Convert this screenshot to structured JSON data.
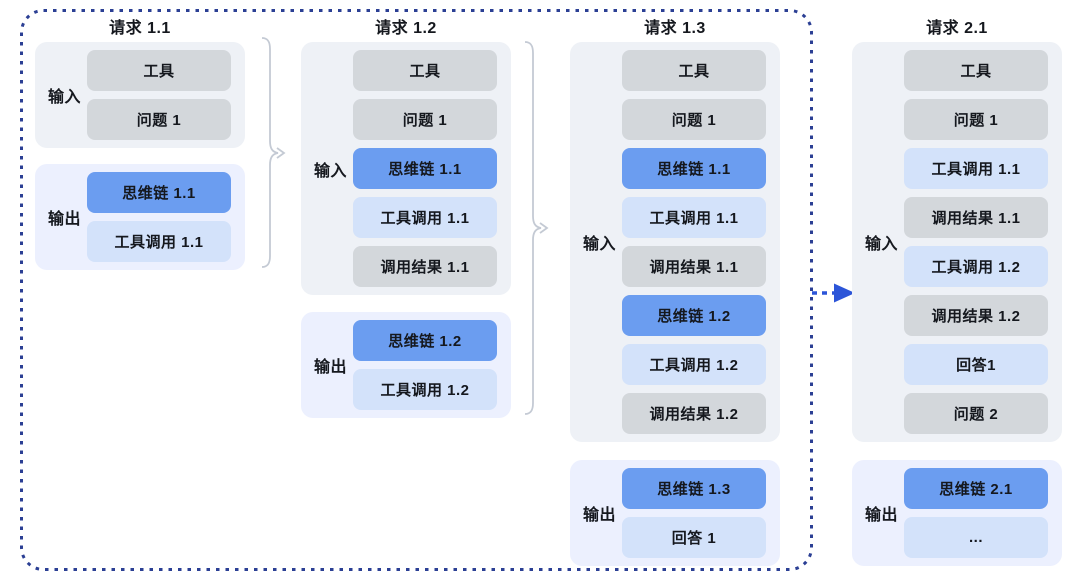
{
  "colors": {
    "cot_blue": "#6b9df0",
    "light_blue": "#d3e2fa",
    "gray": "#d3d7db",
    "input_group_bg": "#eef1f6",
    "output_group_bg": "#ecf0fe",
    "dashed_boundary": "#2b3f94",
    "arrow_blue": "#2c55d8",
    "brace_gray": "#c4cad4"
  },
  "columns": [
    {
      "title": "请求 1.1",
      "input_label": "输入",
      "output_label": "输出",
      "input_boxes": [
        {
          "label": "工具"
        },
        {
          "label": "问题 1"
        }
      ],
      "output_boxes": [
        {
          "label": "思维链 1.1"
        },
        {
          "label": "工具调用 1.1"
        }
      ]
    },
    {
      "title": "请求 1.2",
      "input_label": "输入",
      "output_label": "输出",
      "input_boxes": [
        {
          "label": "工具"
        },
        {
          "label": "问题 1"
        },
        {
          "label": "思维链 1.1"
        },
        {
          "label": "工具调用 1.1"
        },
        {
          "label": "调用结果 1.1"
        }
      ],
      "output_boxes": [
        {
          "label": "思维链 1.2"
        },
        {
          "label": "工具调用 1.2"
        }
      ]
    },
    {
      "title": "请求 1.3",
      "input_label": "输入",
      "output_label": "输出",
      "input_boxes": [
        {
          "label": "工具"
        },
        {
          "label": "问题 1"
        },
        {
          "label": "思维链 1.1"
        },
        {
          "label": "工具调用 1.1"
        },
        {
          "label": "调用结果 1.1"
        },
        {
          "label": "思维链 1.2"
        },
        {
          "label": "工具调用 1.2"
        },
        {
          "label": "调用结果 1.2"
        }
      ],
      "output_boxes": [
        {
          "label": "思维链 1.3"
        },
        {
          "label": "回答 1"
        }
      ]
    },
    {
      "title": "请求 2.1",
      "input_label": "输入",
      "output_label": "输出",
      "input_boxes": [
        {
          "label": "工具"
        },
        {
          "label": "问题 1"
        },
        {
          "label": "工具调用 1.1"
        },
        {
          "label": "调用结果 1.1"
        },
        {
          "label": "工具调用 1.2"
        },
        {
          "label": "调用结果 1.2"
        },
        {
          "label": "回答1"
        },
        {
          "label": "问题 2"
        }
      ],
      "output_boxes": [
        {
          "label": "思维链 2.1"
        },
        {
          "label": "..."
        }
      ]
    }
  ]
}
